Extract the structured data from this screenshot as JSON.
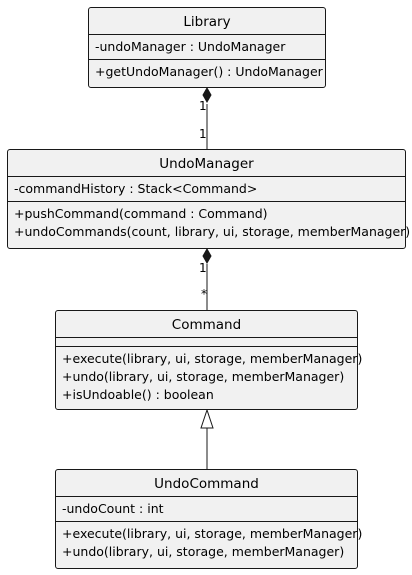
{
  "classes": {
    "library": {
      "name": "Library",
      "attributes": [
        "-undoManager : UndoManager"
      ],
      "operations": [
        "+getUndoManager() : UndoManager"
      ]
    },
    "undo_manager": {
      "name": "UndoManager",
      "attributes": [
        "-commandHistory : Stack<Command>"
      ],
      "operations": [
        "+pushCommand(command : Command)",
        "+undoCommands(count, library, ui, storage, memberManager)"
      ]
    },
    "command": {
      "name": "Command",
      "attributes": [],
      "operations": [
        "+execute(library, ui, storage, memberManager)",
        "+undo(library, ui, storage, memberManager)",
        "+isUndoable() : boolean"
      ]
    },
    "undo_command": {
      "name": "UndoCommand",
      "attributes": [
        "-undoCount : int"
      ],
      "operations": [
        "+execute(library, ui, storage, memberManager)",
        "+undo(library, ui, storage, memberManager)"
      ]
    }
  },
  "relations": {
    "library_undo_manager": {
      "type": "composition",
      "source_multiplicity": "1",
      "target_multiplicity": "1"
    },
    "undo_manager_command": {
      "type": "composition",
      "source_multiplicity": "1",
      "target_multiplicity": "*"
    },
    "undo_command_command": {
      "type": "generalization"
    }
  },
  "colors": {
    "class_fill": "#f1f1f1",
    "line": "#181818"
  }
}
